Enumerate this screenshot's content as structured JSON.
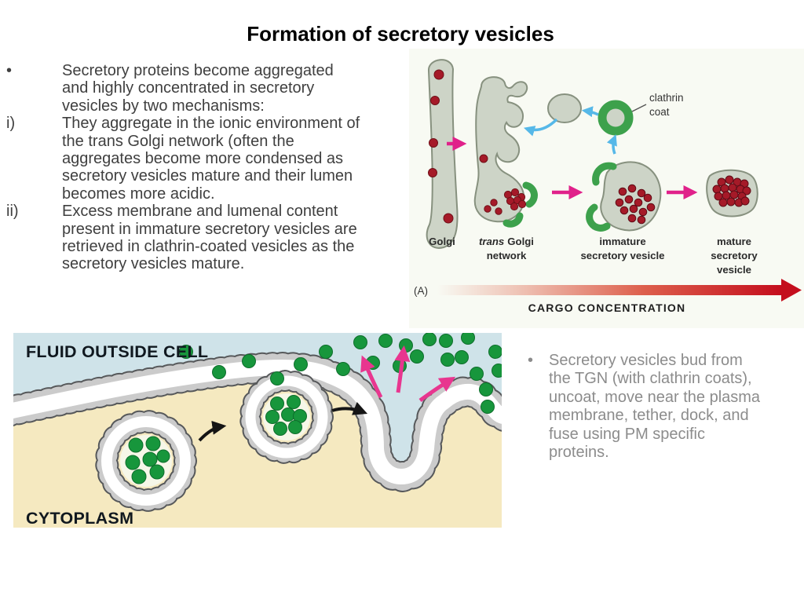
{
  "title": "Formation of secretory vesicles",
  "left_text": {
    "items": [
      {
        "marker": "•",
        "text": "Secretory proteins become aggregated\nand highly concentrated in secretory\nvesicles by two mechanisms:"
      },
      {
        "marker": "i)",
        "text": "They aggregate in the ionic environment of\nthe trans Golgi network (often the\naggregates become more condensed as\nsecretory vesicles mature and their lumen\nbecomes more acidic."
      },
      {
        "marker": "ii)",
        "text": "Excess membrane and lumenal content\npresent in immature secretory vesicles are\nretrieved in clathrin-coated vesicles as the\nsecretory vesicles mature."
      }
    ]
  },
  "right_text": {
    "marker": "•",
    "text": "Secretory vesicles bud from\nthe TGN (with clathrin coats),\nuncoat, move near the plasma\nmembrane, tether, dock, and\nfuse using PM specific\nproteins."
  },
  "golgi_diagram": {
    "labels": {
      "clathrin_line1": "clathrin",
      "clathrin_line2": "coat",
      "golgi": "Golgi",
      "tgn_italic": "trans",
      "tgn_rest": "Golgi",
      "tgn_line2": "network",
      "immature_line1": "immature",
      "immature_line2": "secretory vesicle",
      "mature_line1": "mature",
      "mature_line2": "secretory",
      "mature_line3": "vesicle",
      "panel_marker": "(A)",
      "axis_label": "CARGO CONCENTRATION"
    },
    "colors": {
      "panel_bg": "#f8faf3",
      "organelle_fill": "#cdd4c7",
      "organelle_stroke": "#87917f",
      "cargo_red": "#a51a28",
      "clathrin_green": "#3da14c",
      "transport_arrow_pink": "#e0218a",
      "recycle_arrow_blue": "#56b8e8",
      "cargo_axis_red": "#c40e1d"
    }
  },
  "membrane_figure": {
    "labels": {
      "outside": "FLUID OUTSIDE CELL",
      "inside": "CYTOPLASM"
    },
    "colors": {
      "fluid_blue": "#cfe3e9",
      "cytoplasm_cream": "#f5e9c0",
      "secreted_dot_green": "#17963c",
      "release_arrow_pink": "#e8368f",
      "lipid_head_gray": "#cbcbcb"
    }
  },
  "text_colors": {
    "title": "#000000",
    "body": "#3f3f3f",
    "note": "#8c8c8c"
  }
}
